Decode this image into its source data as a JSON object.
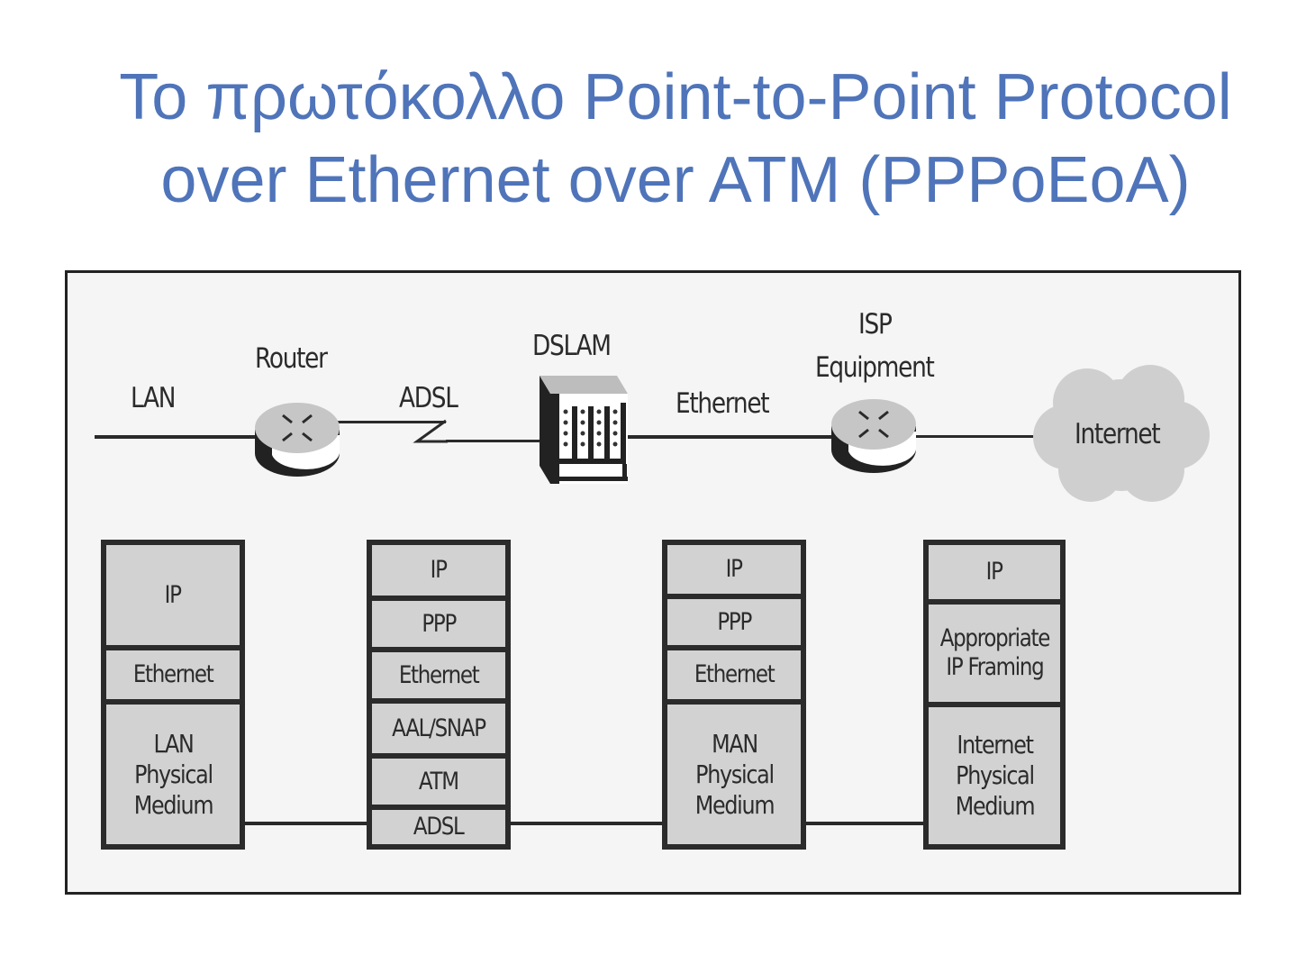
{
  "title": {
    "line1": "Το πρωτόκολλο Point-to-Point Protocol",
    "line2": "over Ethernet over ATM (PPPoEoA)"
  },
  "colors": {
    "title": "#4f74b9",
    "box_fill": "#d2d2d2",
    "background": "#f5f5f5",
    "stroke": "#2b2b2b"
  },
  "diagram": {
    "link_labels": {
      "lan": "LAN",
      "adsl": "ADSL",
      "ethernet": "Ethernet"
    },
    "devices": {
      "router": "Router",
      "dslam": "DSLAM",
      "isp_line1": "ISP",
      "isp_line2": "Equipment",
      "internet": "Internet"
    },
    "stacks": [
      {
        "name": "lan-side",
        "layers": [
          "IP",
          "Ethernet",
          "LAN\nPhysical\nMedium"
        ]
      },
      {
        "name": "router",
        "layers": [
          "IP",
          "PPP",
          "Ethernet",
          "AAL/SNAP",
          "ATM",
          "ADSL"
        ]
      },
      {
        "name": "dslam",
        "layers": [
          "IP",
          "PPP",
          "Ethernet",
          "MAN\nPhysical\nMedium"
        ]
      },
      {
        "name": "isp",
        "layers": [
          "IP",
          "Appropriate\nIP Framing",
          "Internet\nPhysical\nMedium"
        ]
      }
    ]
  }
}
